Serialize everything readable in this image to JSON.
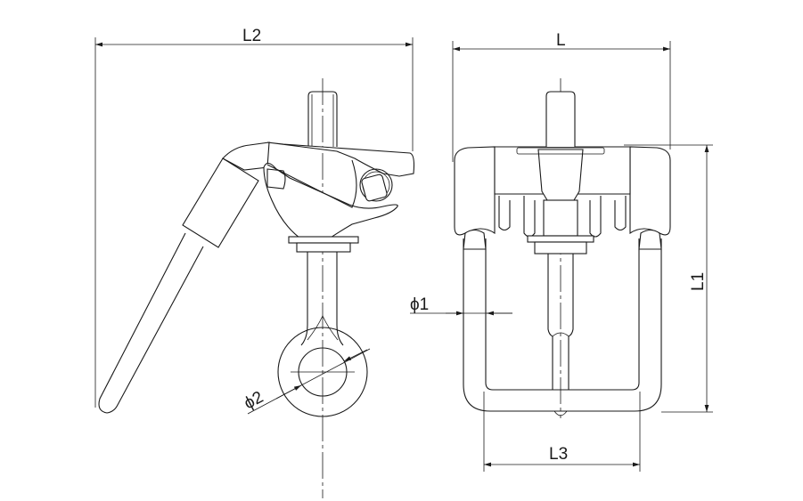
{
  "drawing": {
    "dimensions": {
      "L2": "L2",
      "L": "L",
      "L1": "L1",
      "L3": "L3",
      "phi1": "ϕ1",
      "phi2": "ϕ2"
    },
    "line_color": "#1a1a1a",
    "background": "#ffffff"
  }
}
